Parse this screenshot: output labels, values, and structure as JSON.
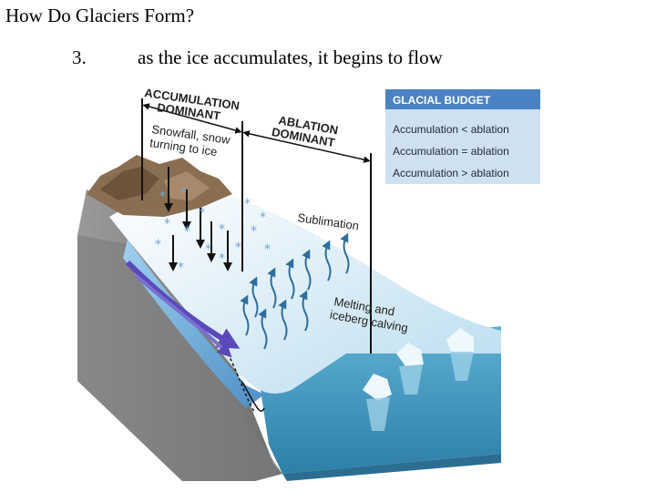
{
  "slide": {
    "title": "How Do Glaciers Form?",
    "step_number": "3.",
    "step_text": "as the ice accumulates, it begins to flow"
  },
  "diagram": {
    "zone_accumulation": [
      "ACCUMULATION",
      "DOMINANT"
    ],
    "zone_ablation": [
      "ABLATION",
      "DOMINANT"
    ],
    "snowfall": [
      "Snowfall, snow",
      "turning to ice"
    ],
    "sublimation": "Sublimation",
    "melting": [
      "Melting and",
      "iceberg calving"
    ],
    "budget": {
      "title": "GLACIAL BUDGET",
      "rows": [
        "Accumulation < ablation",
        "Accumulation = ablation",
        "Accumulation > ablation"
      ]
    },
    "colors": {
      "budget_header": "#4a83c3",
      "budget_body": "#cfe0f1",
      "ice": "#e4f1fa",
      "water": "#3f95bf",
      "rock": "#8c8c8c",
      "flow_arrow": "#5a49b8"
    }
  }
}
